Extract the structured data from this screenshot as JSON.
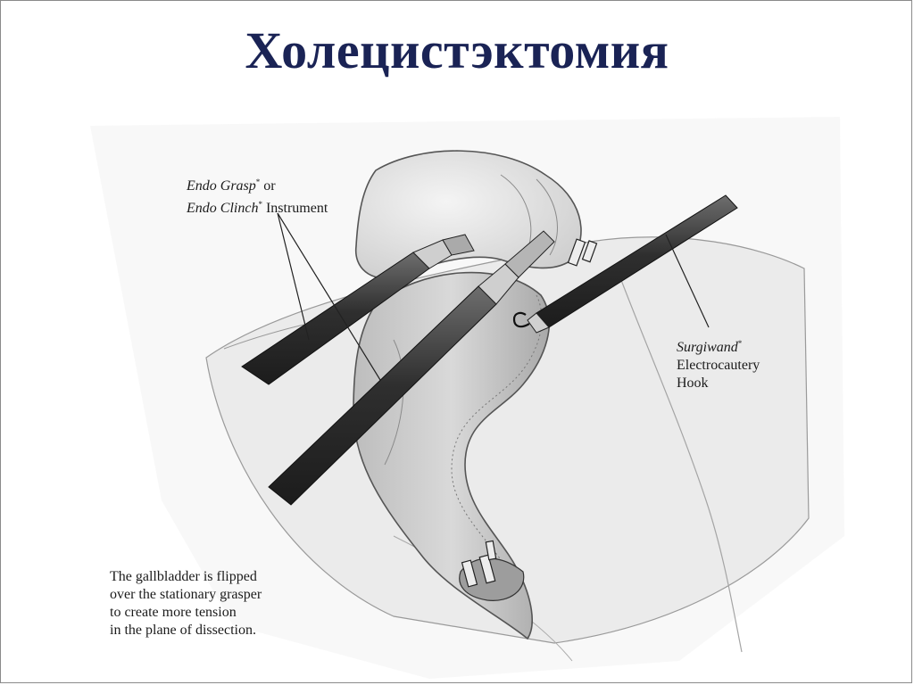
{
  "slide": {
    "title": "Холецистэктомия"
  },
  "labels": {
    "endo_grasp": {
      "name1": "Endo Grasp",
      "mark1": "*",
      "or": " or",
      "name2": "Endo Clinch",
      "mark2": "*",
      "instrument": " Instrument"
    },
    "surgiwand": {
      "name": "Surgiwand",
      "mark": "*",
      "line2": "Electrocautery",
      "line3": "Hook"
    }
  },
  "caption": {
    "lines": [
      "The gallbladder is flipped",
      "over the stationary grasper",
      "to create more tension",
      "in the plane of dissection."
    ]
  }
}
